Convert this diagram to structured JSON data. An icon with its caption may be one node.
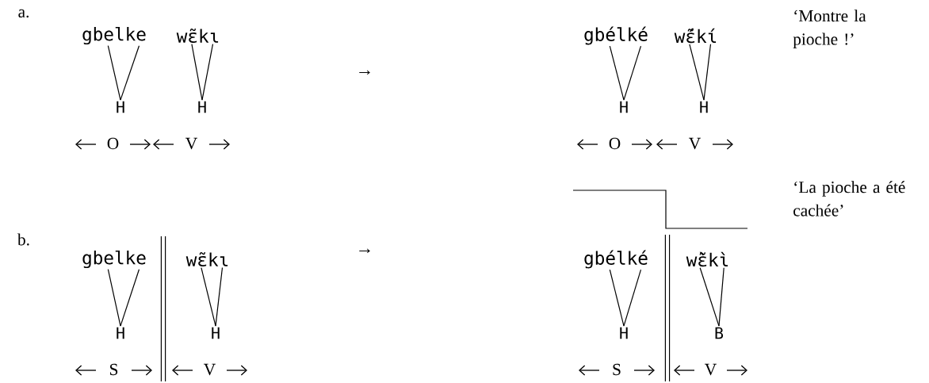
{
  "diagram": {
    "nodes": [
      {
        "text": [
          "gbelke"
        ]
      },
      {
        "text": [
          "wɛ̃kɩ"
        ]
      },
      {
        "text": [
          "H"
        ]
      },
      {
        "text": [
          "H"
        ]
      },
      {
        "text": [
          "gbélké"
        ]
      },
      {
        "text": [
          "wɛ̃́kɩ́"
        ]
      },
      {
        "text": [
          "H"
        ]
      },
      {
        "text": [
          "H"
        ]
      },
      {
        "text": [
          "gbelke"
        ]
      },
      {
        "text": [
          "wɛ̃kɩ"
        ]
      },
      {
        "text": [
          "H"
        ]
      },
      {
        "text": [
          "H"
        ]
      },
      {
        "text": [
          "gbélké"
        ]
      },
      {
        "text": [
          "wɛ̃̀kɩ̀"
        ]
      },
      {
        "text": [
          "H"
        ]
      },
      {
        "text": [
          "B"
        ]
      }
    ],
    "edges": [
      {
        "from": 2,
        "to": 0,
        "arrow": "none"
      },
      {
        "from": 2,
        "to": 0,
        "arrow": "none"
      },
      {
        "from": 3,
        "to": 1,
        "arrow": "none"
      },
      {
        "from": 3,
        "to": 1,
        "arrow": "none"
      },
      {
        "from": 6,
        "to": 4,
        "arrow": "none"
      },
      {
        "from": 6,
        "to": 4,
        "arrow": "none"
      },
      {
        "from": 7,
        "to": 5,
        "arrow": "none"
      },
      {
        "from": 7,
        "to": 5,
        "arrow": "none"
      },
      {
        "from": 10,
        "to": 8,
        "arrow": "none"
      },
      {
        "from": 10,
        "to": 8,
        "arrow": "none"
      },
      {
        "from": 11,
        "to": 9,
        "arrow": "none"
      },
      {
        "from": 11,
        "to": 9,
        "arrow": "none"
      },
      {
        "from": 14,
        "to": 12,
        "arrow": "none"
      },
      {
        "from": 14,
        "to": 12,
        "arrow": "none"
      },
      {
        "from": 15,
        "to": 13,
        "arrow": "none"
      },
      {
        "from": 15,
        "to": 13,
        "arrow": "none"
      }
    ],
    "labels": [
      "a.",
      "→",
      "‘Montre la pioche !’",
      "O",
      "V",
      "O",
      "V",
      "b.",
      "→",
      "‘La pioche a été cachée’",
      "S",
      "V",
      "S",
      "V"
    ]
  }
}
